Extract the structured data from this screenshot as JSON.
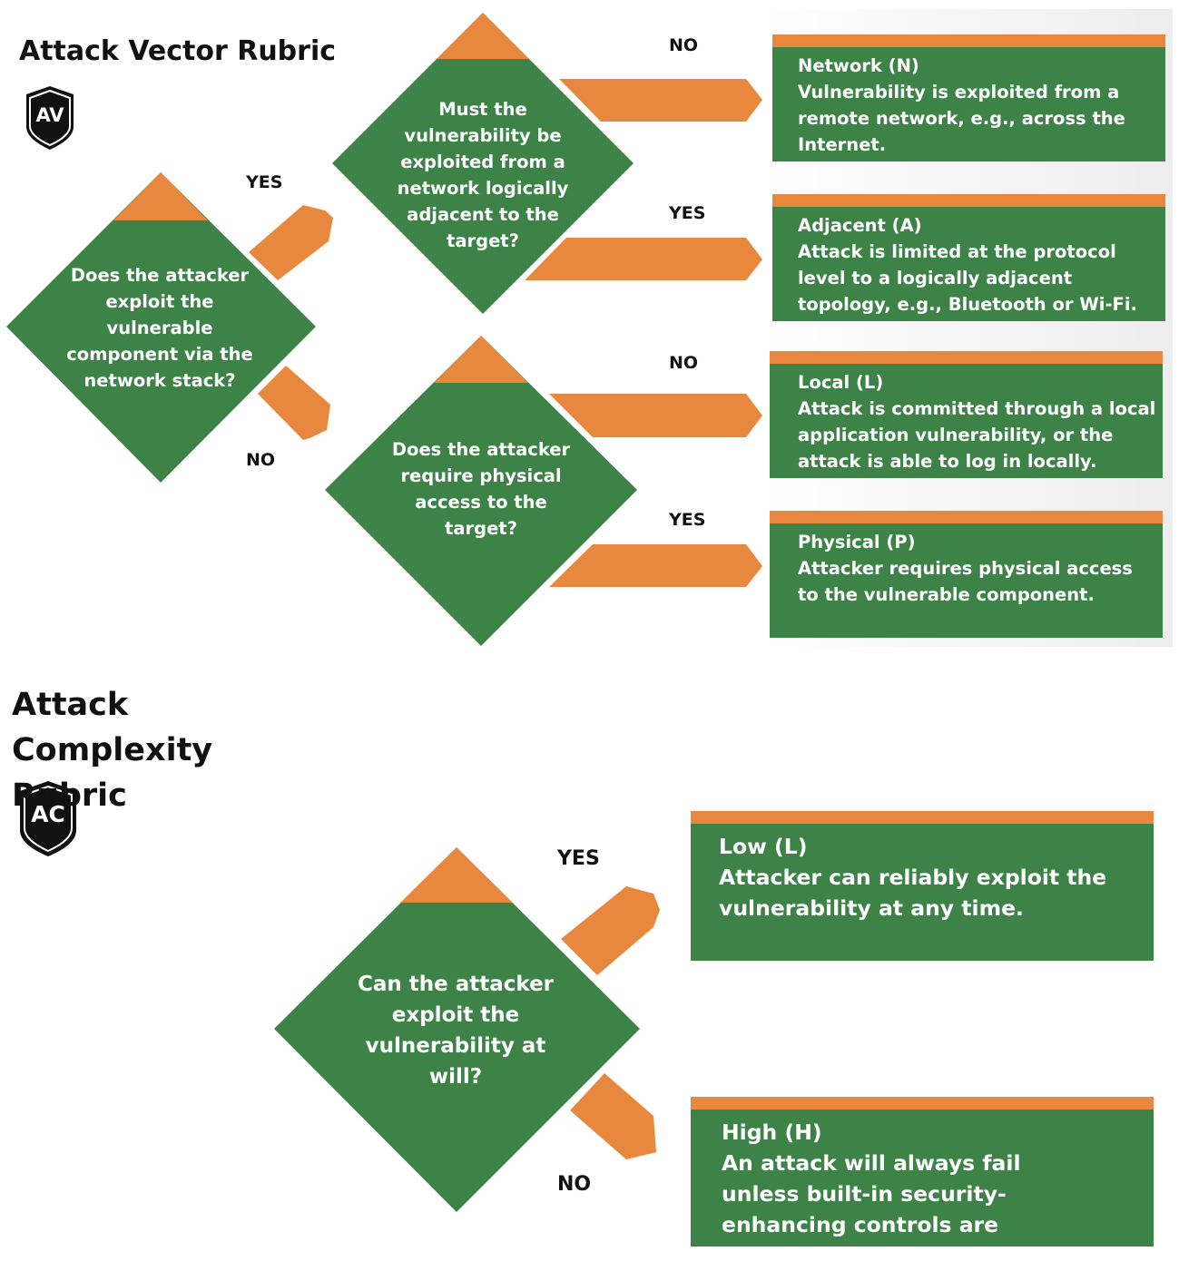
{
  "av": {
    "title": "Attack Vector Rubric",
    "badge": "AV",
    "q1": "Does the attacker exploit the vulnerable component via the network stack?",
    "q2": "Must the vulnerability be exploited from a network logically adjacent to the target?",
    "q3": "Does the attacker require physical access to the target?",
    "labels": {
      "q1_yes": "YES",
      "q1_no": "NO",
      "q2_no": "NO",
      "q2_yes": "YES",
      "q3_no": "NO",
      "q3_yes": "YES"
    },
    "outcomes": [
      {
        "title": "Network (N)",
        "desc": "Vulnerability is exploited from a remote network, e.g., across the Internet."
      },
      {
        "title": "Adjacent (A)",
        "desc": "Attack is limited at the protocol level to a logically adjacent topology, e.g., Bluetooth or Wi-Fi."
      },
      {
        "title": "Local (L)",
        "desc": "Attack is committed through a local application vulnerability, or the attack is able to log in locally."
      },
      {
        "title": "Physical (P)",
        "desc": "Attacker requires physical access to the vulnerable component."
      }
    ]
  },
  "ac": {
    "title": "Attack Complexity Rubric",
    "badge": "AC",
    "q1": "Can the attacker exploit the vulnerability at will?",
    "labels": {
      "yes": "YES",
      "no": "NO"
    },
    "outcomes": [
      {
        "title": "Low (L)",
        "desc": "Attacker can reliably exploit the vulnerability at any time."
      },
      {
        "title": "High (H)",
        "desc": "An attack will always fail unless built-in security-enhancing controls are overcome."
      }
    ]
  },
  "colors": {
    "green": "#3d8347",
    "orange": "#e8883e",
    "badge": "#111111"
  }
}
